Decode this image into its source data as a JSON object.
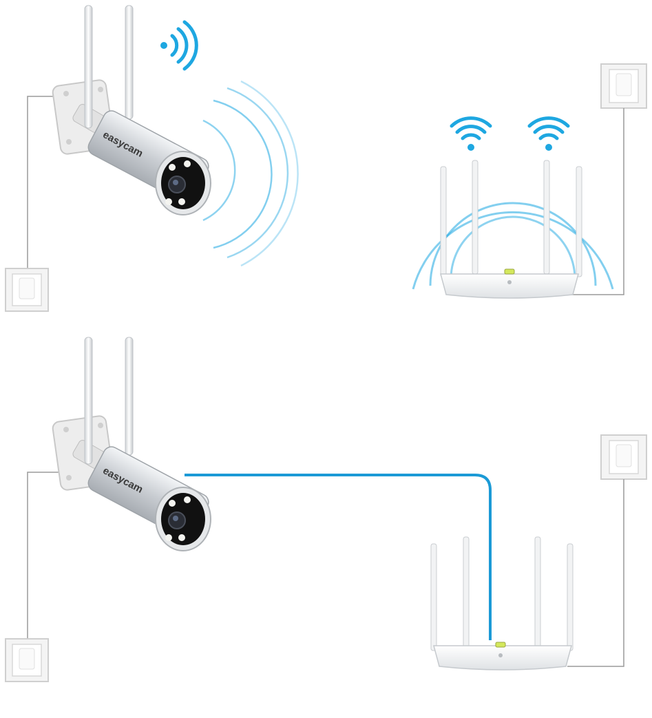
{
  "scenes": [
    {
      "mode": "wireless",
      "camera": {
        "brand": "easycam",
        "icon": "camera-icon"
      },
      "router": {
        "icon": "router-icon",
        "wifi_symbols": 2
      },
      "wifi_icon": "wifi-icon",
      "outlets": 2
    },
    {
      "mode": "wired",
      "camera": {
        "brand": "easycam",
        "icon": "camera-icon"
      },
      "router": {
        "icon": "router-icon"
      },
      "cable": "ethernet-cable",
      "outlets": 2
    }
  ],
  "colors": {
    "signal": "#1ea7e1",
    "cable": "#1b9ad6",
    "camera_body": "#d9dde1",
    "lens": "#111111",
    "router": "#f4f5f6",
    "wire": "#9a9a9a"
  }
}
